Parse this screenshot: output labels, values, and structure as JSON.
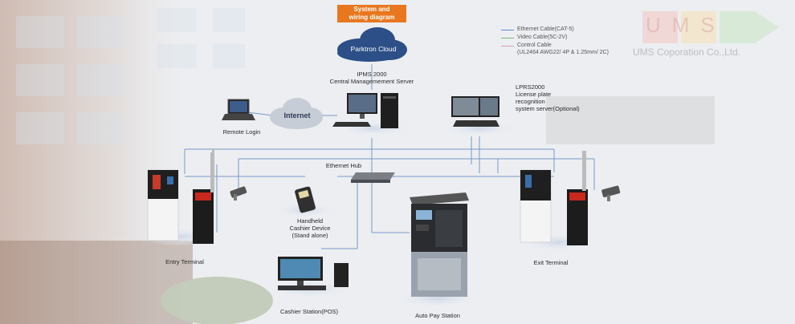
{
  "title": "System and wiring diagram",
  "legend": [
    {
      "label": "Ethernet Cable(CAT-5)",
      "color": "#5b8fd0"
    },
    {
      "label": "Video Cable(5C-2V)",
      "color": "#7fb87a"
    },
    {
      "label": "Control Cable",
      "color": "#e09bb0"
    },
    {
      "label": "(UL2464 AWG22/ 4P & 1.25mm/ 2C)",
      "color": ""
    }
  ],
  "nodes": {
    "cloud": "Parktron Cloud",
    "internet": "Internet",
    "remote_login": "Remote Login",
    "ipms_line1": "IPMS 2000",
    "ipms_line2": "Central Managemement Server",
    "lprs_line1": "LPRS2000",
    "lprs_line2": "License plate",
    "lprs_line3": "recognition",
    "lprs_line4": "system server(Optional)",
    "hub": "Ethernet Hub",
    "handheld_line1": "Handheld",
    "handheld_line2": "Cashier Device",
    "handheld_line3": "(Stand alone)",
    "entry": "Entry Terminal",
    "exit": "Exit Terminal",
    "cashier": "Cashier Station(POS)",
    "autopay": "Auto Pay Station"
  },
  "watermark": {
    "letters": "UMS",
    "company": "UMS Coporation Co.,Ltd."
  },
  "colors": {
    "accent": "#e8771f",
    "cloud": "#2b4f86",
    "line": "#6f93c8"
  }
}
